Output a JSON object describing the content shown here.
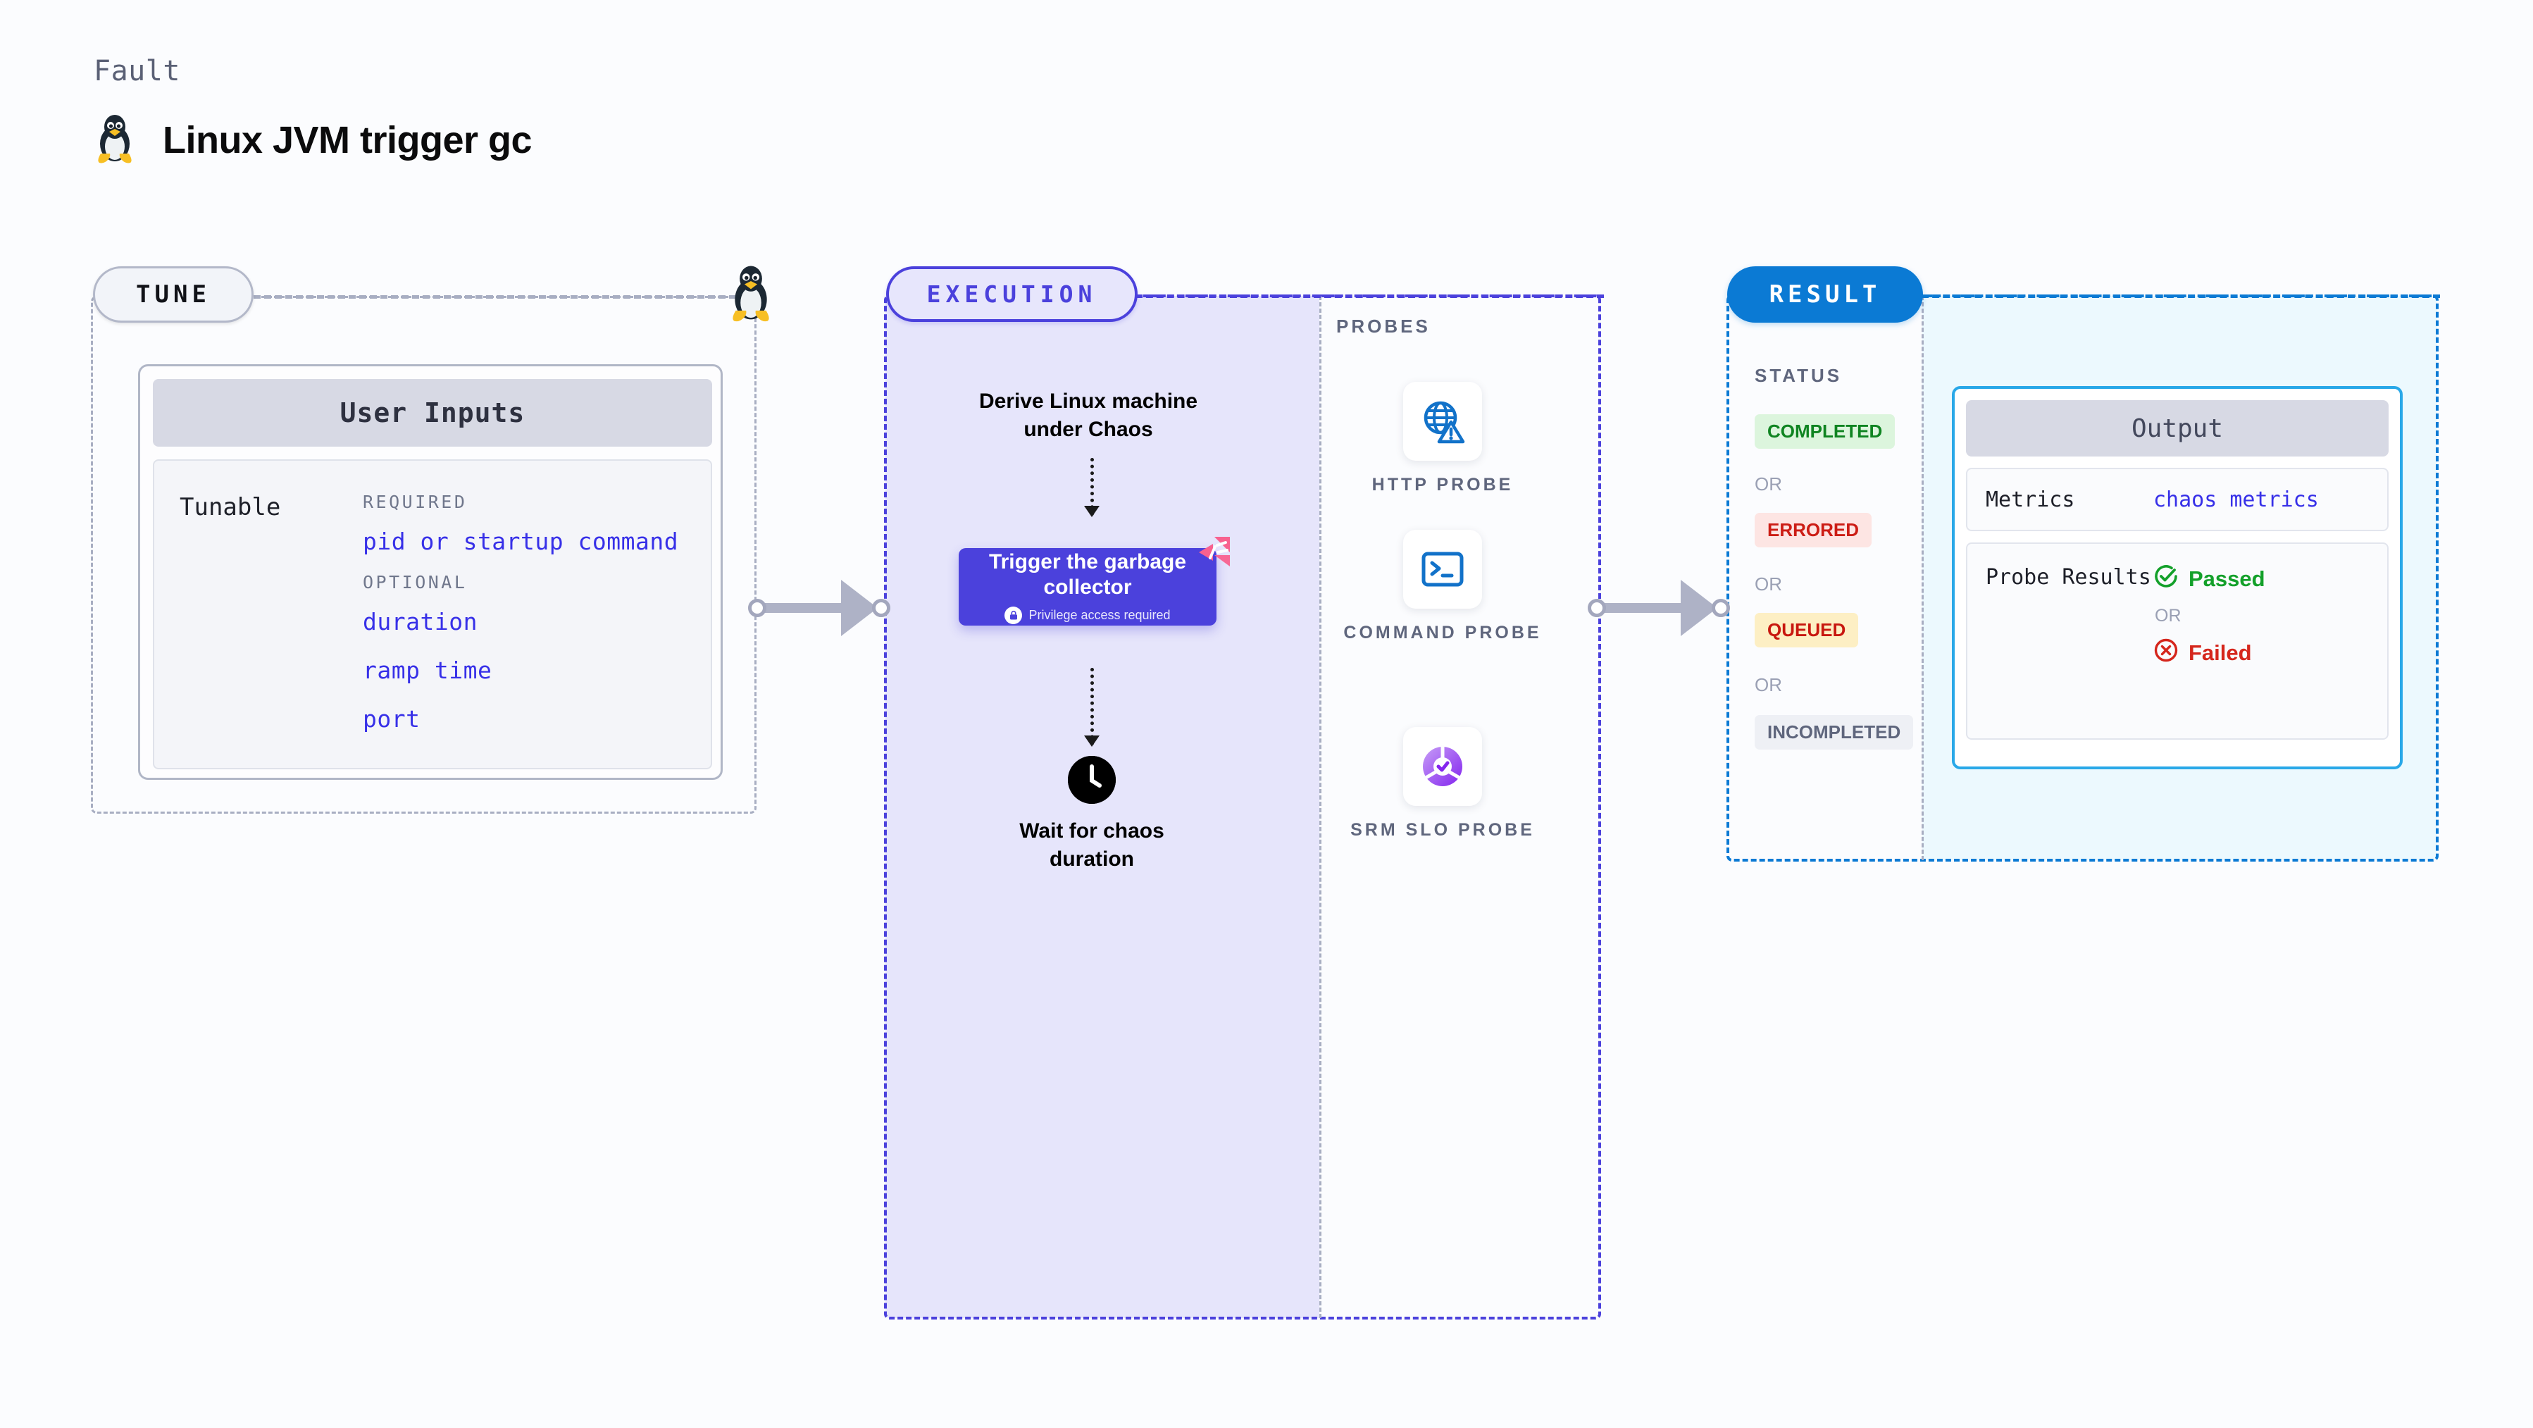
{
  "header": {
    "eyebrow": "Fault",
    "title": "Linux JVM trigger gc",
    "icon": "tux-penguin-icon"
  },
  "tune": {
    "badge": "TUNE",
    "card_title": "User Inputs",
    "tunable_key": "Tunable",
    "groups": [
      {
        "label": "REQUIRED",
        "items": [
          "pid or startup command"
        ]
      },
      {
        "label": "OPTIONAL",
        "items": [
          "duration",
          "ramp time",
          "port"
        ]
      }
    ]
  },
  "execution": {
    "badge": "EXECUTION",
    "derive_step": "Derive Linux machine under Chaos",
    "trigger_node": {
      "title": "Trigger the garbage collector",
      "subtitle": "Privilege access required",
      "icon": "lock-icon",
      "corner_icon": "chaos-fault-icon"
    },
    "wait_step": "Wait for chaos duration",
    "wait_icon": "clock-icon"
  },
  "probes": {
    "label": "PROBES",
    "items": [
      {
        "name": "HTTP PROBE",
        "icon": "globe-warning-icon"
      },
      {
        "name": "COMMAND PROBE",
        "icon": "terminal-icon"
      },
      {
        "name": "SRM SLO PROBE",
        "icon": "slo-donut-check-icon"
      }
    ]
  },
  "result": {
    "badge": "RESULT",
    "status_label": "STATUS",
    "or_text": "OR",
    "statuses": [
      {
        "label": "COMPLETED",
        "bg": "#dcf5dd",
        "fg": "#0f8421"
      },
      {
        "label": "ERRORED",
        "bg": "#fde5e3",
        "fg": "#cc1d15"
      },
      {
        "label": "QUEUED",
        "bg": "#fdefc4",
        "fg": "#c8170f"
      },
      {
        "label": "INCOMPLETED",
        "bg": "#eef0f5",
        "fg": "#5f667d"
      }
    ],
    "output": {
      "title": "Output",
      "metrics_key": "Metrics",
      "metrics_value": "chaos metrics",
      "probe_results_key": "Probe Results",
      "passed": "Passed",
      "failed": "Failed",
      "or_text": "OR",
      "passed_icon": "check-circle-icon",
      "failed_icon": "x-circle-icon"
    }
  },
  "colors": {
    "accent_indigo": "#4b41dc",
    "accent_blue": "#0b7ad4",
    "accent_cyan": "#29a8e8",
    "mono_link": "#3730e8",
    "chaos_pink": "#f8618f",
    "gray_dash": "#a8aec2"
  }
}
